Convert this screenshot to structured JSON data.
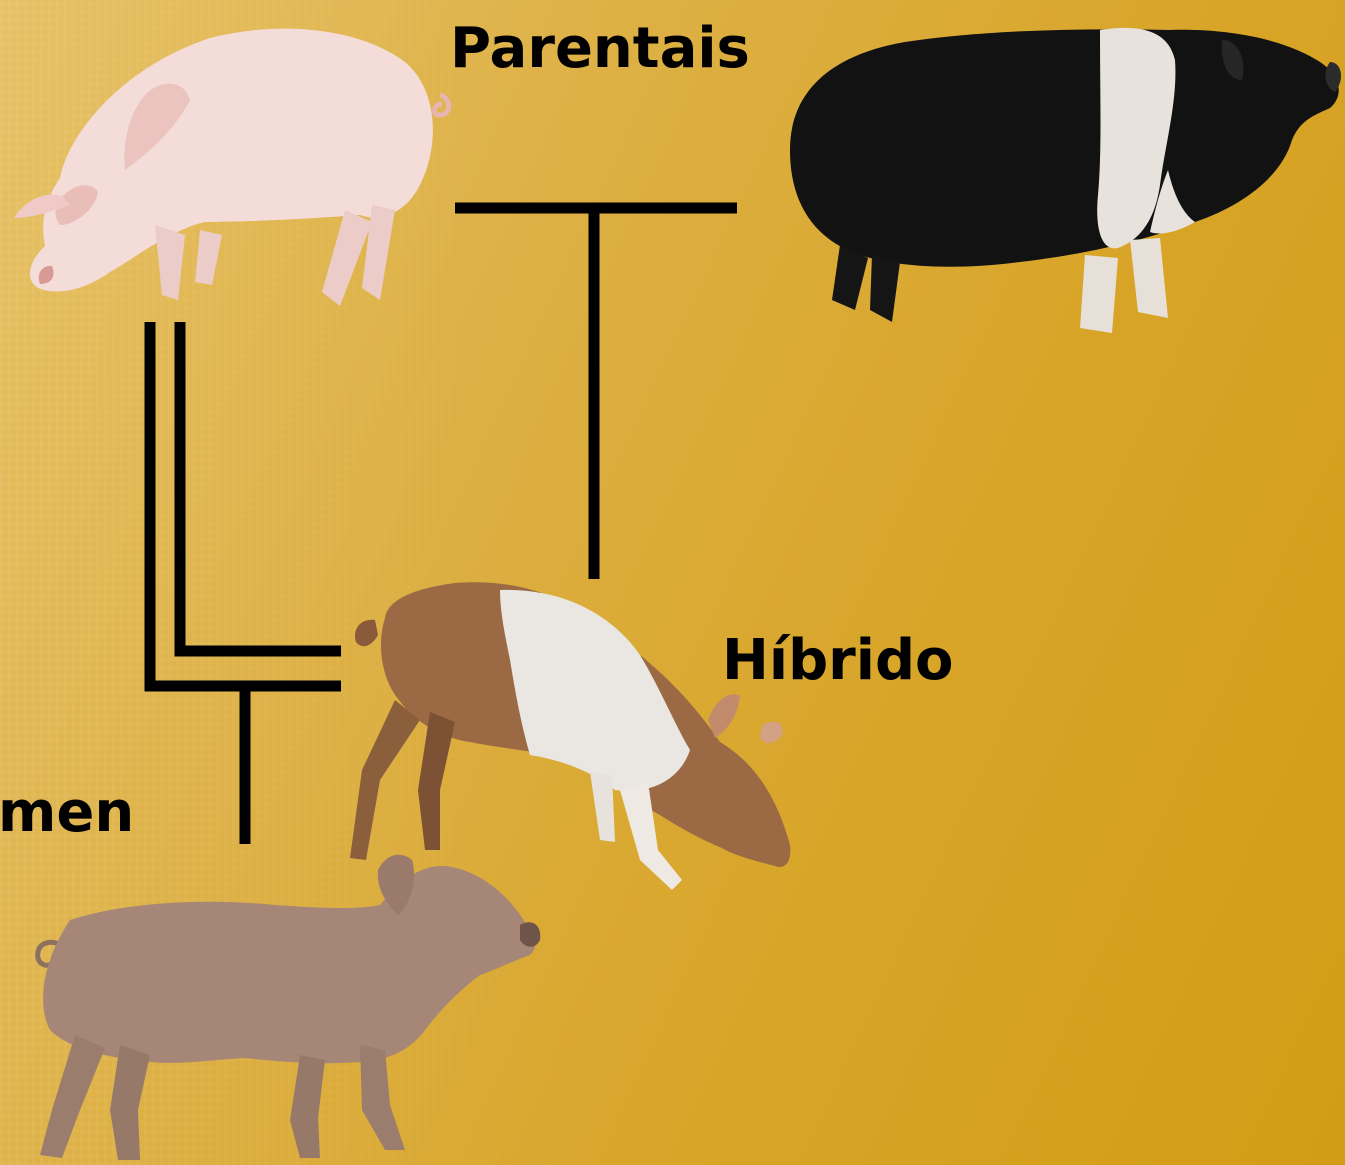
{
  "labels": {
    "parents": "Parentais",
    "hybrid": "Híbrido",
    "cut_off": "men"
  },
  "icons": [
    "pink-pig-icon",
    "black-white-pig-icon",
    "hybrid-pig-icon",
    "offspring-pig-icon"
  ],
  "colors": {
    "background": "#d9a52a",
    "line": "#000000",
    "text": "#000000"
  }
}
